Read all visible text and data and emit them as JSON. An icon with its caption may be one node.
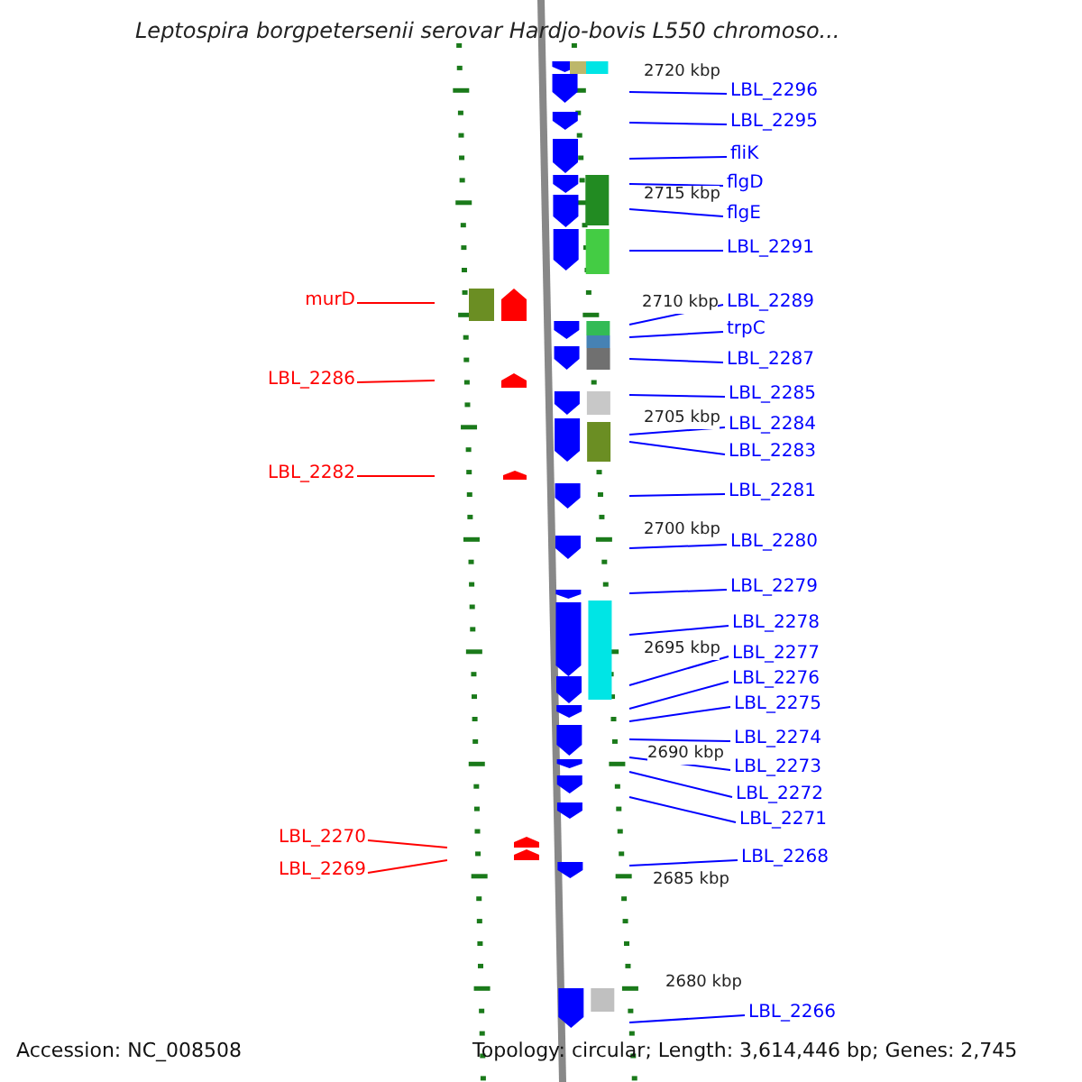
{
  "diagram": {
    "title": "Leptospira borgpetersenii serovar Hardjo-bovis L550 chromoso...",
    "nodes": [
      {
        "text": [
          "LBL_2296"
        ]
      },
      {
        "text": [
          "LBL_2295"
        ]
      },
      {
        "text": [
          "fliK"
        ]
      },
      {
        "text": [
          "flgD"
        ]
      },
      {
        "text": [
          "flgE"
        ]
      },
      {
        "text": [
          "LBL_2291"
        ]
      },
      {
        "text": [
          "murD"
        ]
      },
      {
        "text": [
          "LBL_2289"
        ]
      },
      {
        "text": [
          "trpC"
        ]
      },
      {
        "text": [
          "LBL_2287"
        ]
      },
      {
        "text": [
          "LBL_2286"
        ]
      },
      {
        "text": [
          "LBL_2285"
        ]
      },
      {
        "text": [
          "LBL_2284"
        ]
      },
      {
        "text": [
          "LBL_2283"
        ]
      },
      {
        "text": [
          "LBL_2282"
        ]
      },
      {
        "text": [
          "LBL_2281"
        ]
      },
      {
        "text": [
          "LBL_2280"
        ]
      },
      {
        "text": [
          "LBL_2279"
        ]
      },
      {
        "text": [
          "LBL_2278"
        ]
      },
      {
        "text": [
          "LBL_2277"
        ]
      },
      {
        "text": [
          "LBL_2276"
        ]
      },
      {
        "text": [
          "LBL_2275"
        ]
      },
      {
        "text": [
          "LBL_2274"
        ]
      },
      {
        "text": [
          "LBL_2273"
        ]
      },
      {
        "text": [
          "LBL_2272"
        ]
      },
      {
        "text": [
          "LBL_2271"
        ]
      },
      {
        "text": [
          "LBL_2270"
        ]
      },
      {
        "text": [
          "LBL_2268"
        ]
      },
      {
        "text": [
          "LBL_2269"
        ]
      },
      {
        "text": [
          "LBL_2266"
        ]
      }
    ],
    "edges": [
      {
        "from": 0,
        "to": null,
        "arrow": "none"
      },
      {
        "from": 1,
        "to": null,
        "arrow": "none"
      },
      {
        "from": 2,
        "to": null,
        "arrow": "none"
      },
      {
        "from": 3,
        "to": null,
        "arrow": "none"
      },
      {
        "from": 4,
        "to": null,
        "arrow": "none"
      },
      {
        "from": 5,
        "to": null,
        "arrow": "none"
      },
      {
        "from": 6,
        "to": null,
        "arrow": "none",
        "color": "#ff0000"
      },
      {
        "from": 7,
        "to": null,
        "arrow": "none"
      },
      {
        "from": 8,
        "to": null,
        "arrow": "none"
      },
      {
        "from": 9,
        "to": null,
        "arrow": "none"
      },
      {
        "from": 10,
        "to": null,
        "arrow": "none",
        "color": "#ff0000"
      },
      {
        "from": 11,
        "to": null,
        "arrow": "none"
      },
      {
        "from": 12,
        "to": null,
        "arrow": "none"
      },
      {
        "from": 13,
        "to": null,
        "arrow": "none"
      },
      {
        "from": 14,
        "to": null,
        "arrow": "none",
        "color": "#ff0000"
      },
      {
        "from": 15,
        "to": null,
        "arrow": "none"
      },
      {
        "from": 16,
        "to": null,
        "arrow": "none"
      },
      {
        "from": 17,
        "to": null,
        "arrow": "none"
      },
      {
        "from": 18,
        "to": null,
        "arrow": "none"
      },
      {
        "from": 19,
        "to": null,
        "arrow": "none"
      },
      {
        "from": 20,
        "to": null,
        "arrow": "none"
      },
      {
        "from": 21,
        "to": null,
        "arrow": "none"
      },
      {
        "from": 22,
        "to": null,
        "arrow": "none"
      },
      {
        "from": 23,
        "to": null,
        "arrow": "none"
      },
      {
        "from": 24,
        "to": null,
        "arrow": "none"
      },
      {
        "from": 25,
        "to": null,
        "arrow": "none"
      },
      {
        "from": 26,
        "to": null,
        "arrow": "none",
        "color": "#ff0000"
      },
      {
        "from": 27,
        "to": null,
        "arrow": "none"
      },
      {
        "from": 28,
        "to": null,
        "arrow": "none",
        "color": "#ff0000"
      },
      {
        "from": 29,
        "to": null,
        "arrow": "none"
      }
    ],
    "labels": [
      "2720 kbp",
      "2715 kbp",
      "2710 kbp",
      "2705 kbp",
      "2700 kbp",
      "2695 kbp",
      "2690 kbp",
      "2685 kbp",
      "2680 kbp",
      "Accession: NC_008508",
      "Topology: circular; Length: 3,614,446 bp; Genes: 2,745"
    ]
  }
}
